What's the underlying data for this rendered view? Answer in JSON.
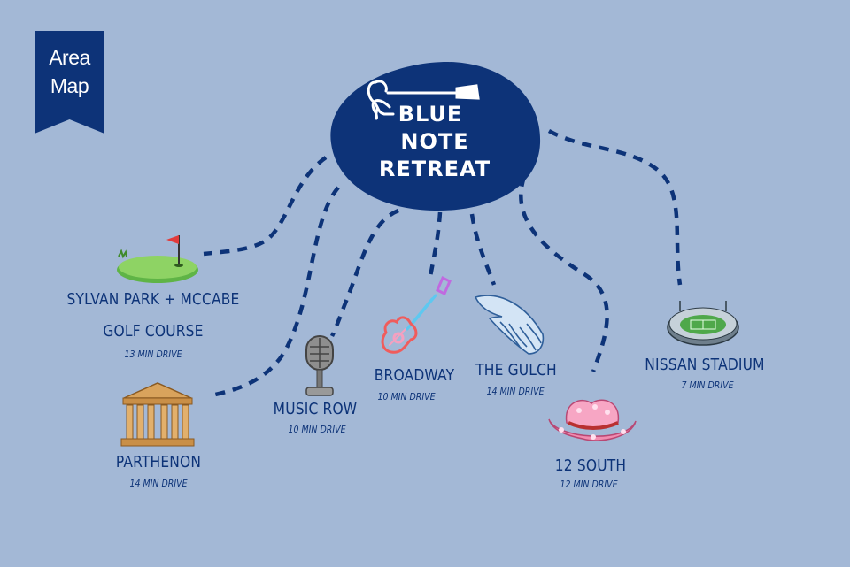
{
  "banner": {
    "line1": "Area",
    "line2": "Map"
  },
  "hub": {
    "line1": "BLUE",
    "line2": "NOTE",
    "line3": "RETREAT"
  },
  "colors": {
    "background": "#a3b8d6",
    "navy": "#0d3378",
    "text": "#0d3378"
  },
  "locations": [
    {
      "id": "golf",
      "name_line1": "SYLVAN PARK + MCCABE",
      "name_line2": "GOLF COURSE",
      "drive": "13 MIN DRIVE",
      "icon": "golf-green-icon"
    },
    {
      "id": "parthenon",
      "name": "PARTHENON",
      "drive": "14 MIN DRIVE",
      "icon": "parthenon-icon"
    },
    {
      "id": "music-row",
      "name": "MUSIC ROW",
      "drive": "10 MIN DRIVE",
      "icon": "microphone-icon"
    },
    {
      "id": "broadway",
      "name": "BROADWAY",
      "drive": "10 MIN DRIVE",
      "icon": "neon-guitar-icon"
    },
    {
      "id": "gulch",
      "name": "THE GULCH",
      "drive": "14 MIN DRIVE",
      "icon": "angel-wings-icon"
    },
    {
      "id": "12-south",
      "name": "12 SOUTH",
      "drive": "12 MIN DRIVE",
      "icon": "cowboy-hat-icon"
    },
    {
      "id": "nissan",
      "name": "NISSAN STADIUM",
      "drive": "7 MIN DRIVE",
      "icon": "stadium-icon"
    }
  ]
}
